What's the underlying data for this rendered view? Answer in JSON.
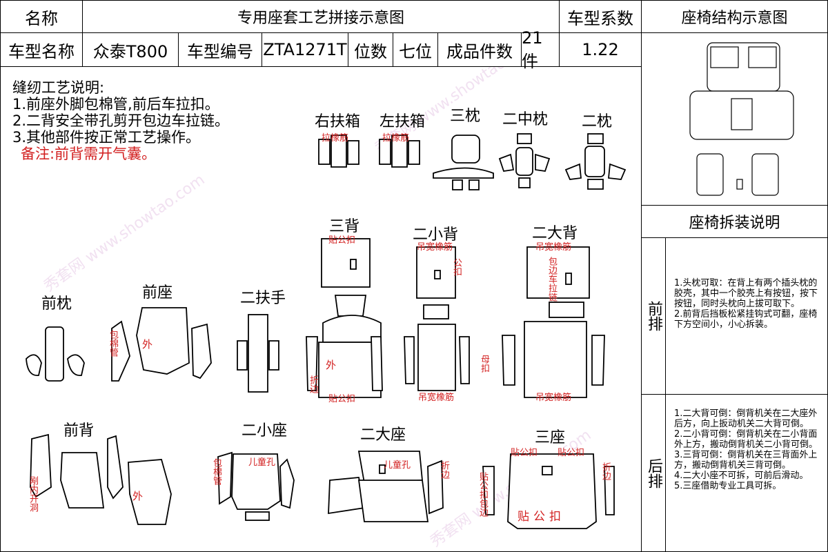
{
  "header": {
    "name_label": "名称",
    "title": "专用座套工艺拼接示意图",
    "coef_label": "车型系数",
    "struct_label": "座椅结构示意图",
    "model_name_label": "车型名称",
    "model_name": "众泰T800",
    "model_code_label": "车型编号",
    "model_code": "ZTA1271T",
    "seats_label": "位数",
    "seats": "七位",
    "pieces_label": "成品件数",
    "pieces": "21件",
    "coef": "1.22"
  },
  "notes": {
    "title": "缝纫工艺说明:",
    "items": [
      "1.前座外脚包棉管,前后车拉扣。",
      "2.二背安全带孔剪开包边车拉链。",
      "3.其他部件按正常工艺操作。"
    ],
    "remark": "备注:前背需开气囊。"
  },
  "parts": {
    "right_armbox": "右扶箱",
    "left_armbox": "左扶箱",
    "third_pillow": "三枕",
    "second_mid_pillow": "二中枕",
    "second_pillow": "二枕",
    "third_back": "三背",
    "second_small_back": "二小背",
    "second_big_back": "二大背",
    "front_pillow": "前枕",
    "front_seat": "前座",
    "second_armrest": "二扶手",
    "front_back": "前背",
    "second_small_seat": "二小座",
    "second_big_seat": "二大座",
    "third_seat": "三座"
  },
  "annotations": {
    "elastic": "拉橡筋",
    "back_snap": "贴公扣",
    "wide_elastic": "吊宽橡筋",
    "male_snap": "公扣",
    "female_snap": "母扣",
    "edge_zip": "包边车拉链",
    "outer": "外",
    "pipe": "包棉管",
    "fold_edge": "折边",
    "child_hole": "儿童孔",
    "inner_hole": "剐内开洞",
    "wrap": "包边",
    "snap_wrap": "贴公扣包边"
  },
  "disassembly": {
    "title": "座椅拆装说明",
    "front_row_label": "前排",
    "front_row_text": "1.头枕可取：在背上有两个插头枕的胶壳，其中一个胶壳上有按钮，按下按钮，同时头枕向上拔可取下。\n2.前背后挡板松紧挂钩式可翻，座椅下方空间小，小心拆装。",
    "rear_row_label": "后排",
    "rear_row_text": "1.二大背可倒：倒背机关在二大座外后方，向上扳动机关二大背可倒。\n2.二小背可倒：倒背机关在二小背面外上方，搬动倒背机关二小背可倒。\n3.三背可倒：倒背机关在三背面外上方，搬动倒背机关三背可倒。\n4.二大小座不可拆，可前后滑动。\n5.三座借助专业工具可拆。"
  },
  "watermark": "秀套网 www.showtao.com",
  "colors": {
    "accent_red": "#d21f1f",
    "watermark": "#e7c9e6"
  }
}
